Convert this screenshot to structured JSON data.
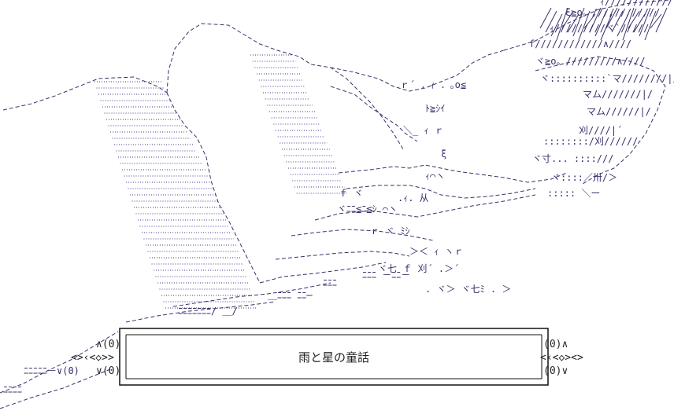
{
  "banner": {
    "title": "雨と星の童話",
    "left_ornament": {
      "top": "∧(0)",
      "middle": "<>‹<◇>>",
      "bottom": "∨(0)"
    },
    "right_ornament": {
      "top": "(0)∧",
      "middle": "<‹<◇><>",
      "bottom": "(0)∨"
    }
  },
  "colors": {
    "art_stroke": "#3a2f6b",
    "art_dots": "#6a5fa0",
    "frame": "#111111",
    "background": "#ffffff"
  },
  "art": {
    "description_icon": "ascii-art-figure-icon"
  }
}
